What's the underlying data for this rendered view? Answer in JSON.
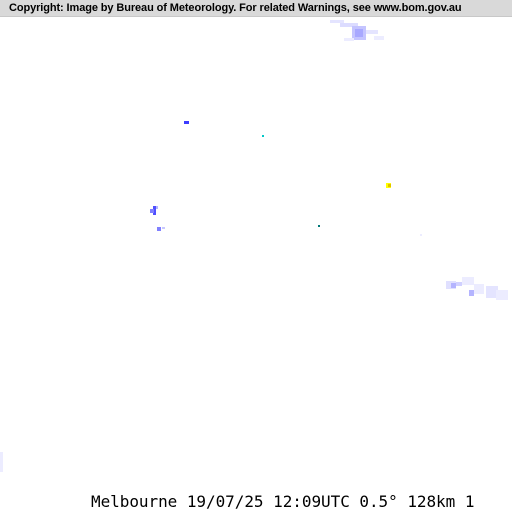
{
  "copyright": "Copyright: Image by Bureau of Meteorology. For related Warnings, see www.bom.gov.au",
  "caption": {
    "location": "Melbourne",
    "date": "19/07/25",
    "time": "12:09UTC",
    "elevation": "0.5°",
    "range": "128km",
    "index": "1"
  },
  "colors": {
    "background": "#ffffff",
    "banner": "#d9d9d9",
    "light_rain": "#d4d4ff",
    "light_rain_mid": "#b4b4ff",
    "moderate_rain": "#3c3cff",
    "blue": "#0000ff",
    "cyan": "#00c8c8",
    "teal": "#007878",
    "yellow": "#ffff00"
  }
}
